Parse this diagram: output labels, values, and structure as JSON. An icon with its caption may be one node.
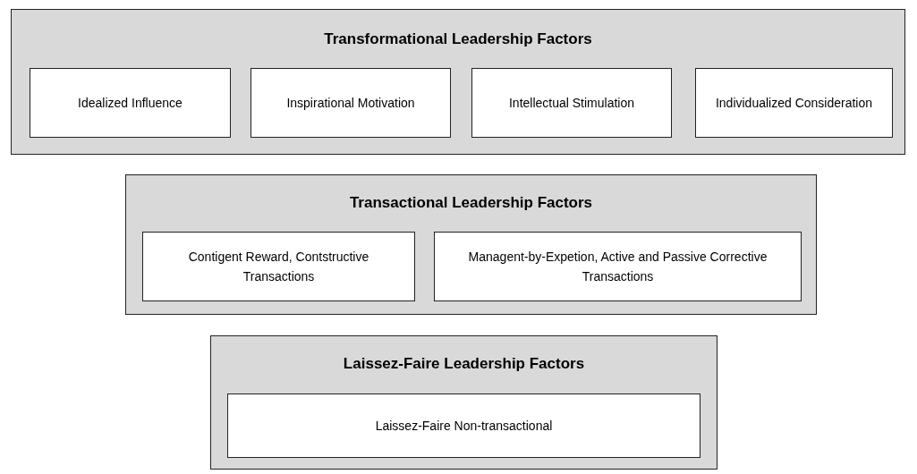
{
  "diagram": {
    "nodes": [
      {
        "text": [
          "Transformational Leadership Factors"
        ]
      },
      {
        "text": [
          "Idealized Influence"
        ],
        "in": 0
      },
      {
        "text": [
          "Inspirational Motivation"
        ],
        "in": 0
      },
      {
        "text": [
          "Intellectual Stimulation"
        ],
        "in": 0
      },
      {
        "text": [
          "Individualized Consideration"
        ],
        "in": 0
      },
      {
        "text": [
          "Transactional Leadership Factors"
        ]
      },
      {
        "text": [
          "Contigent Reward, Contstructive Transactions"
        ],
        "in": 5
      },
      {
        "text": [
          "Managent-by-Expetion, Active and Passive Corrective Transactions"
        ],
        "in": 5
      },
      {
        "text": [
          "Laissez-Faire Leadership Factors"
        ]
      },
      {
        "text": [
          "Laissez-Faire Non-transactional"
        ],
        "in": 8
      }
    ]
  }
}
